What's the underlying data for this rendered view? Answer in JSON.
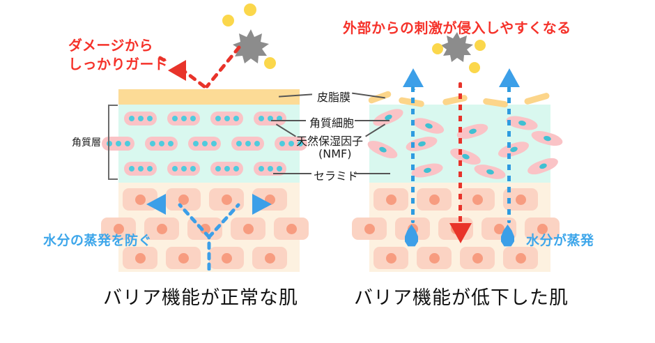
{
  "figure": {
    "title_left_caption": "バリア機能が正常な肌",
    "title_right_caption": "バリア機能が低下した肌"
  },
  "annotations": {
    "left_guard_line1": "ダメージから",
    "left_guard_line2": "しっかりガード",
    "right_irritation": "外部からの刺激が侵入しやすくなる",
    "left_moisture": "水分の蒸発を防ぐ",
    "right_moisture": "水分が蒸発"
  },
  "center_labels": {
    "sebum_film": "皮脂膜",
    "corneocyte": "角質細胞",
    "nmf_line1": "天然保湿因子",
    "nmf_line2": "(NMF)",
    "ceramide": "セラミド"
  },
  "bracket_label": {
    "stratum_corneum": "角質層"
  },
  "icons": {
    "irritant": "starburst-icon",
    "allergen": "yellow-dot-icon",
    "water": "water-droplet-icon",
    "deflect_arrow": "red-arrow-icon",
    "escape_arrow": "blue-triangle-up-icon",
    "penetrate_arrow": "red-triangle-down-icon"
  },
  "colors": {
    "sebum": "#FCDB96",
    "corneum_bg": "#D9F8EF",
    "dermis_bg": "#FDF1E0",
    "corneocyte": "#FAC3C6",
    "nmf": "#4FCBDD",
    "dermis_cell": "#FBD3C3",
    "dermis_nucleus": "#F79C80",
    "red_accent": "#F5322A",
    "blue_accent": "#3DA6EA",
    "irritant_gray": "#8C8C8C",
    "allergen_yellow": "#FBD74B"
  }
}
